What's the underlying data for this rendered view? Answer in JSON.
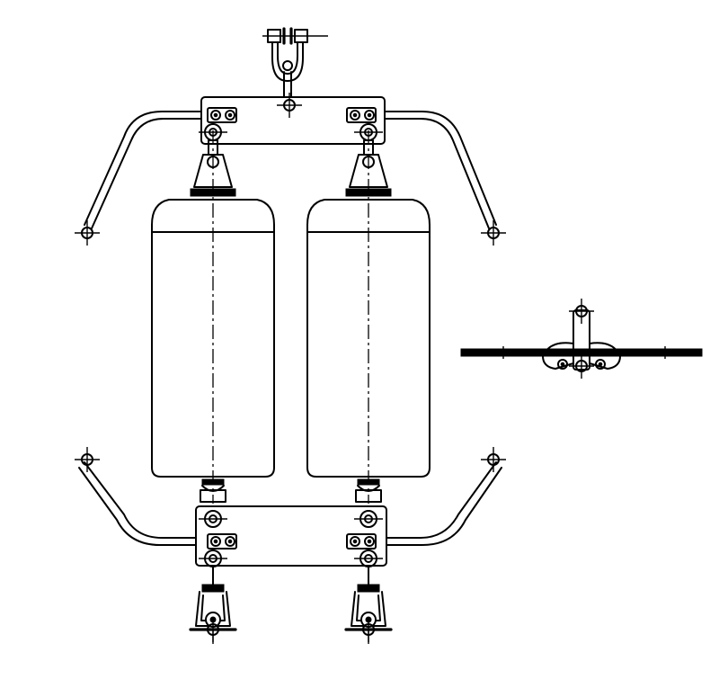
{
  "drawing": {
    "type": "technical-line-drawing",
    "subject": "",
    "text_labels": []
  },
  "colors": {
    "line": "#000000",
    "background": "#ffffff"
  },
  "components": {
    "arcing_horn_count": 4,
    "insulator_count": 2,
    "yoke_plate_count": 2,
    "suspension_clamp_count": 2,
    "side_view_count": 1
  }
}
